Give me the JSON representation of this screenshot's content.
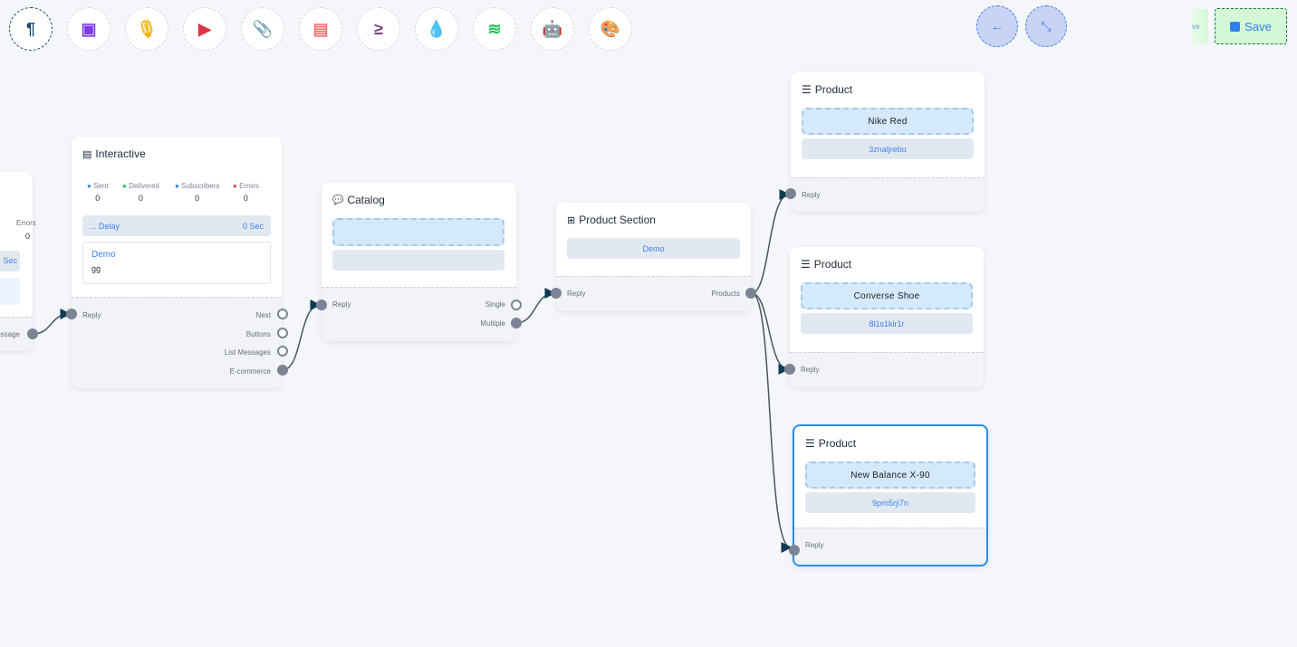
{
  "toolbar": {
    "tools": [
      {
        "icon": "paragraph-icon",
        "glyph": "¶",
        "color": "#1e4a6e"
      },
      {
        "icon": "image-icon",
        "glyph": "▣",
        "color": "#7c3aed"
      },
      {
        "icon": "microphone-icon",
        "glyph": "🎙",
        "color": "#f4b400"
      },
      {
        "icon": "youtube-icon",
        "glyph": "▶",
        "color": "#dc3545"
      },
      {
        "icon": "paperclip-icon",
        "glyph": "📎",
        "color": "#1e9e4a"
      },
      {
        "icon": "newspaper-icon",
        "glyph": "▤",
        "color": "#f87171"
      },
      {
        "icon": "greater-equal-icon",
        "glyph": "≥",
        "color": "#7b3f7f"
      },
      {
        "icon": "droplet-icon",
        "glyph": "💧",
        "color": "#d0103a"
      },
      {
        "icon": "stack-overflow-icon",
        "glyph": "≋",
        "color": "#22c55e"
      },
      {
        "icon": "robot-icon",
        "glyph": "🤖",
        "color": "#1010e0"
      },
      {
        "icon": "palette-icon",
        "glyph": "🎨",
        "color": "#22c55e"
      }
    ],
    "back_glyph": "←",
    "compress_glyph": "⤡",
    "ghost_label": "ve",
    "save_label": "Save"
  },
  "left_node": {
    "errors_label": "Errors",
    "errors_value": "0",
    "delay_value": "Sec",
    "port_label": "Message"
  },
  "interactive": {
    "title": "Interactive",
    "stats": [
      {
        "label": "Sent",
        "value": "0",
        "color": "#3b82f6"
      },
      {
        "label": "Delivered",
        "value": "0",
        "color": "#22c55e"
      },
      {
        "label": "Subscribers",
        "value": "0",
        "color": "#3b82f6"
      },
      {
        "label": "Errors",
        "value": "0",
        "color": "#ef4444"
      }
    ],
    "delay_label": "... Delay",
    "delay_value": "0 Sec",
    "message_title": "Demo",
    "message_body": "gg",
    "input_port": "Reply",
    "outputs": [
      "Next",
      "Buttons",
      "List Messages",
      "E-commerce"
    ]
  },
  "catalog": {
    "title": "Catalog",
    "input_port": "Reply",
    "outputs": [
      "Single",
      "Multiple"
    ]
  },
  "product_section": {
    "title": "Product Section",
    "section_name": "Demo",
    "input_port": "Reply",
    "output_port": "Products"
  },
  "products": [
    {
      "title": "Product",
      "name": "Nike Red",
      "id": "3znaljrebu",
      "input_port": "Reply"
    },
    {
      "title": "Product",
      "name": "Converse Shoe",
      "id": "8l1s1kir1r",
      "input_port": "Reply"
    },
    {
      "title": "Product",
      "name": "New Balance X-90",
      "id": "9prn5rji7n",
      "input_port": "Reply",
      "selected": true
    }
  ]
}
